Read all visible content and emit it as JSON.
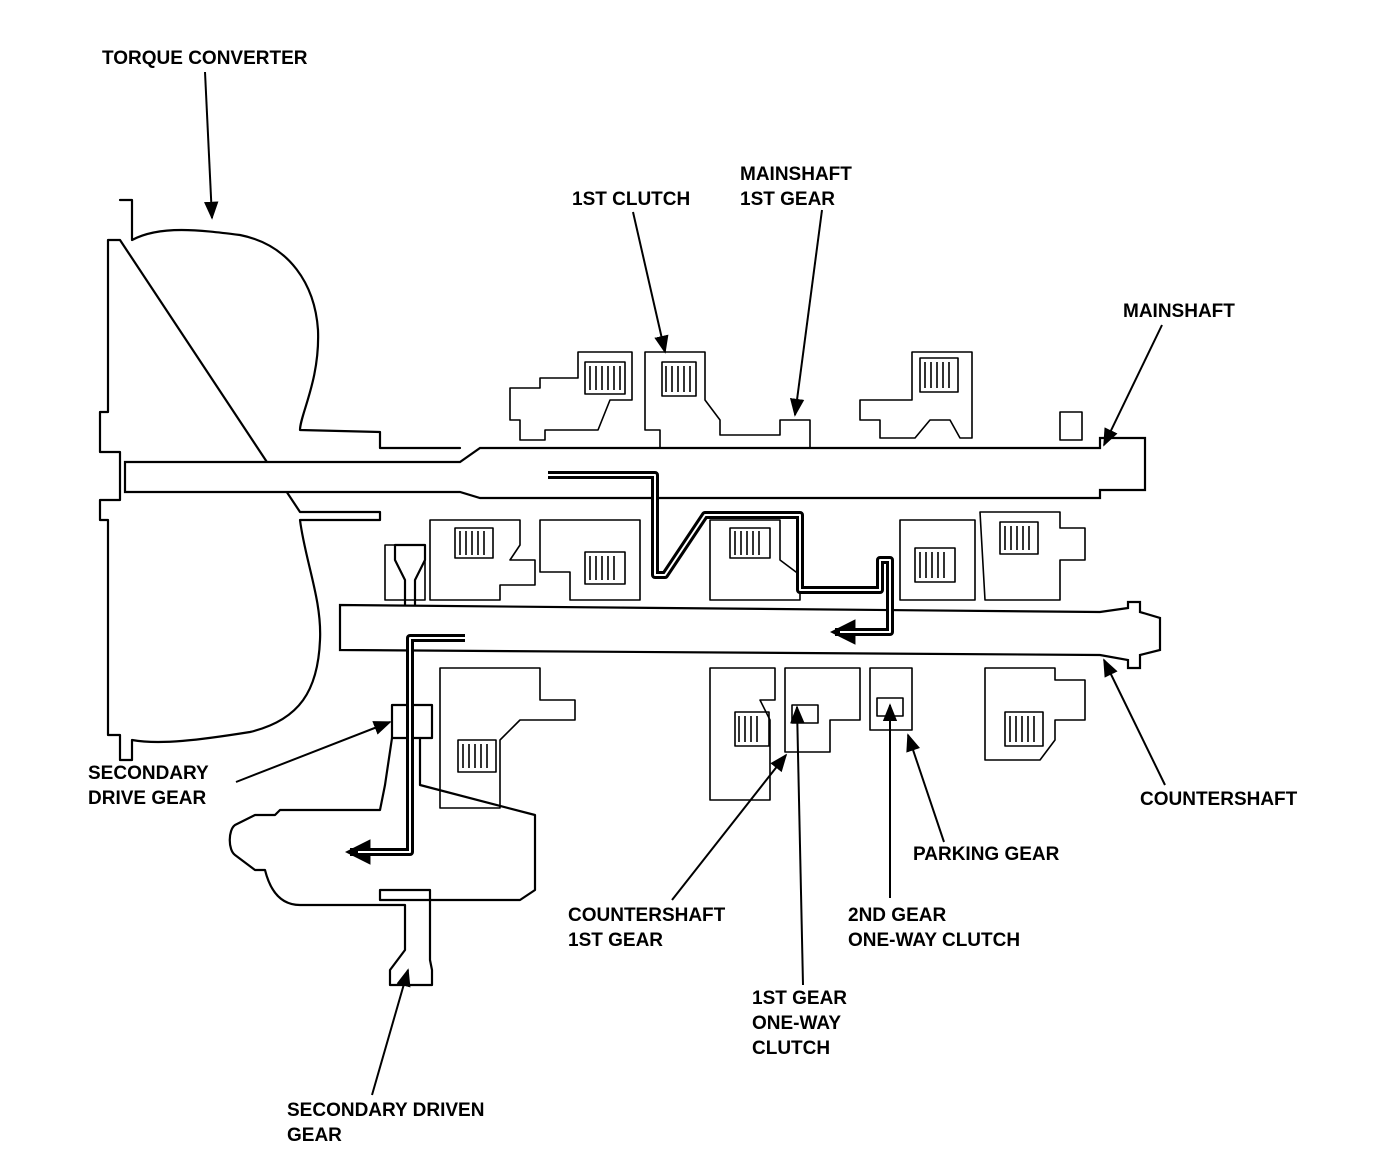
{
  "labels": {
    "torque_converter": "TORQUE CONVERTER",
    "first_clutch": "1ST CLUTCH",
    "mainshaft_first_gear_l1": "MAINSHAFT",
    "mainshaft_first_gear_l2": "1ST GEAR",
    "mainshaft": "MAINSHAFT",
    "secondary_drive_gear_l1": "SECONDARY",
    "secondary_drive_gear_l2": "DRIVE GEAR",
    "countershaft": "COUNTERSHAFT",
    "parking_gear": "PARKING GEAR",
    "countershaft_first_gear_l1": "COUNTERSHAFT",
    "countershaft_first_gear_l2": "1ST GEAR",
    "second_gear_owc_l1": "2ND GEAR",
    "second_gear_owc_l2": "ONE-WAY CLUTCH",
    "first_gear_owc_l1": "1ST GEAR",
    "first_gear_owc_l2": "ONE-WAY",
    "first_gear_owc_l3": "CLUTCH",
    "secondary_driven_gear_l1": "SECONDARY DRIVEN",
    "secondary_driven_gear_l2": "GEAR"
  }
}
